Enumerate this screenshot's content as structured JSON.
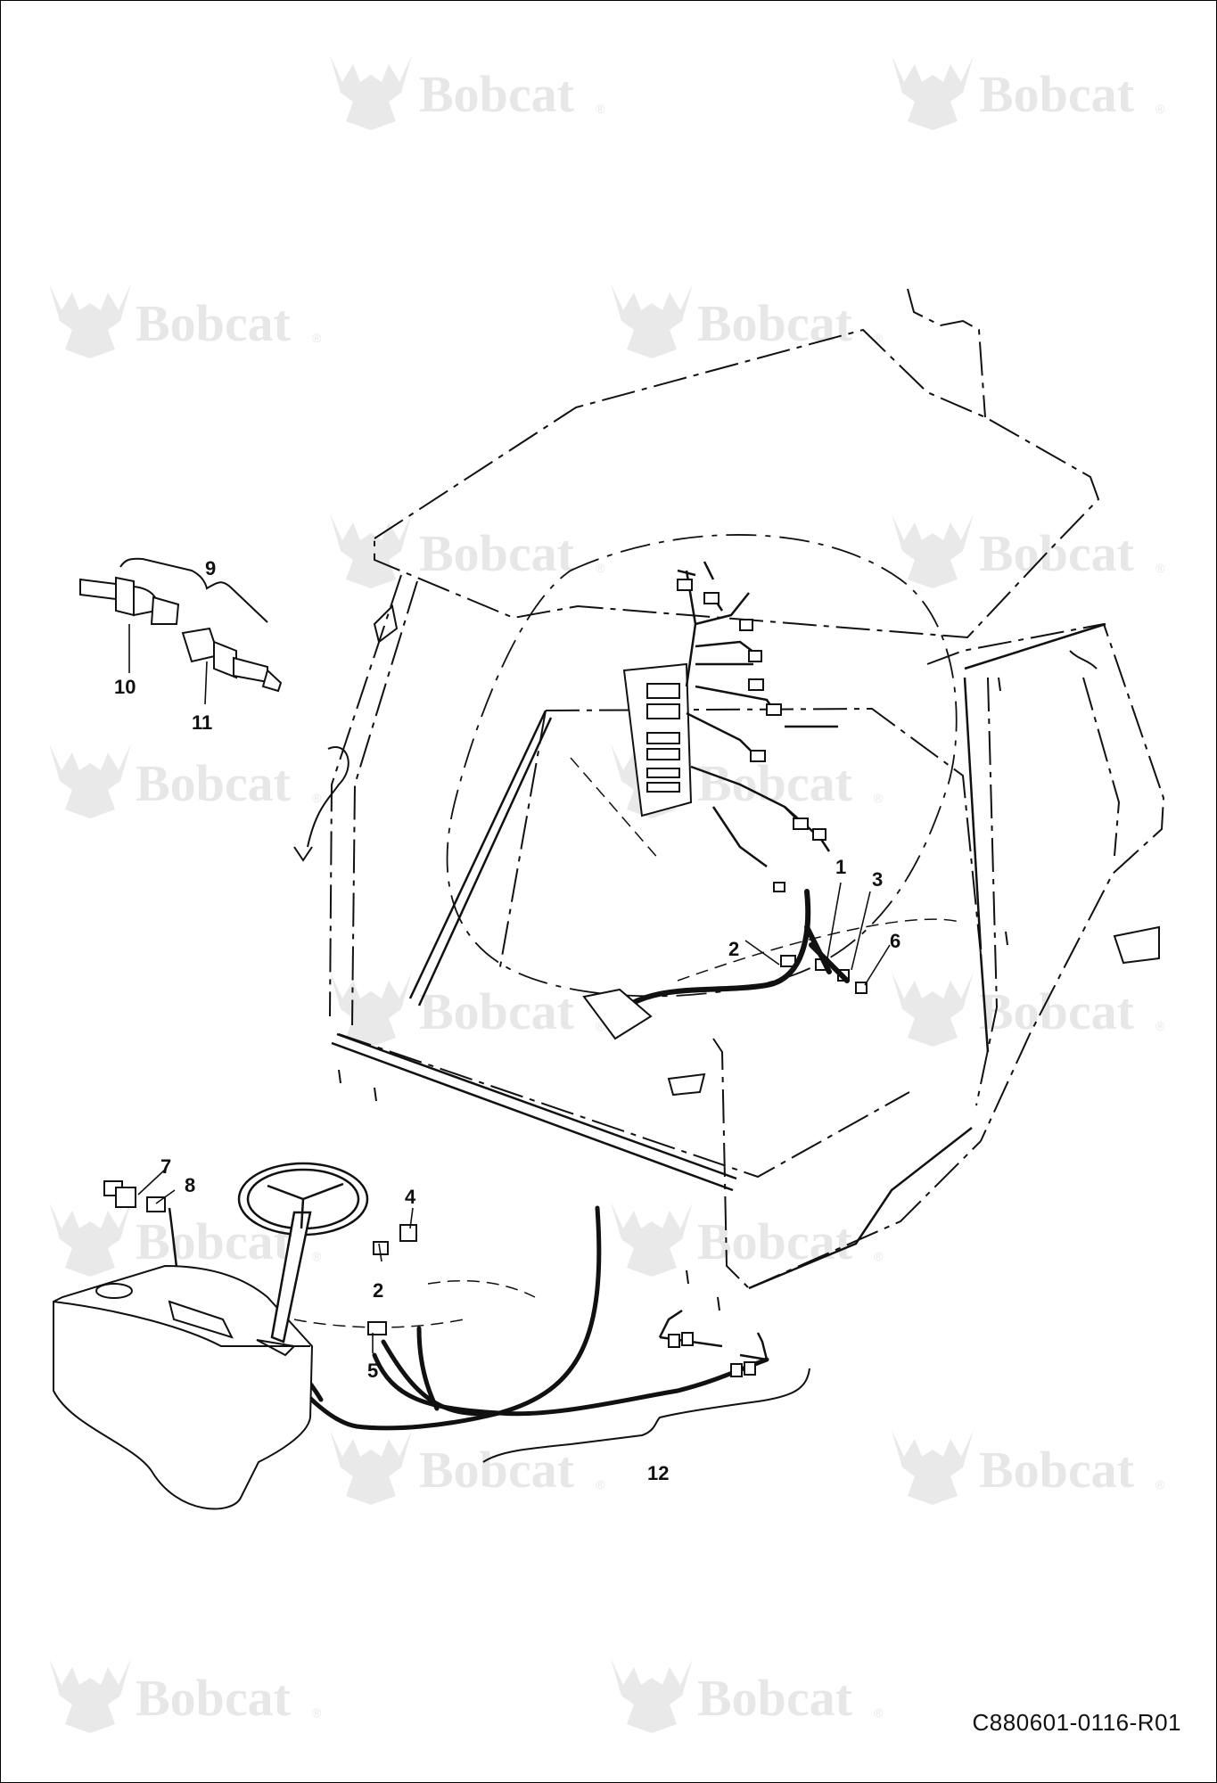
{
  "watermark": {
    "brand_word": "Bobcat",
    "registered_mark": "®"
  },
  "callouts": [
    "1",
    "2",
    "3",
    "4",
    "5",
    "6",
    "7",
    "8",
    "9",
    "10",
    "11",
    "12"
  ],
  "callout_2_repeat": "2",
  "document_number": "C880601-0116-R01",
  "colors": {
    "line": "#111111",
    "watermark": "#e7e7e7",
    "background": "#ffffff"
  }
}
